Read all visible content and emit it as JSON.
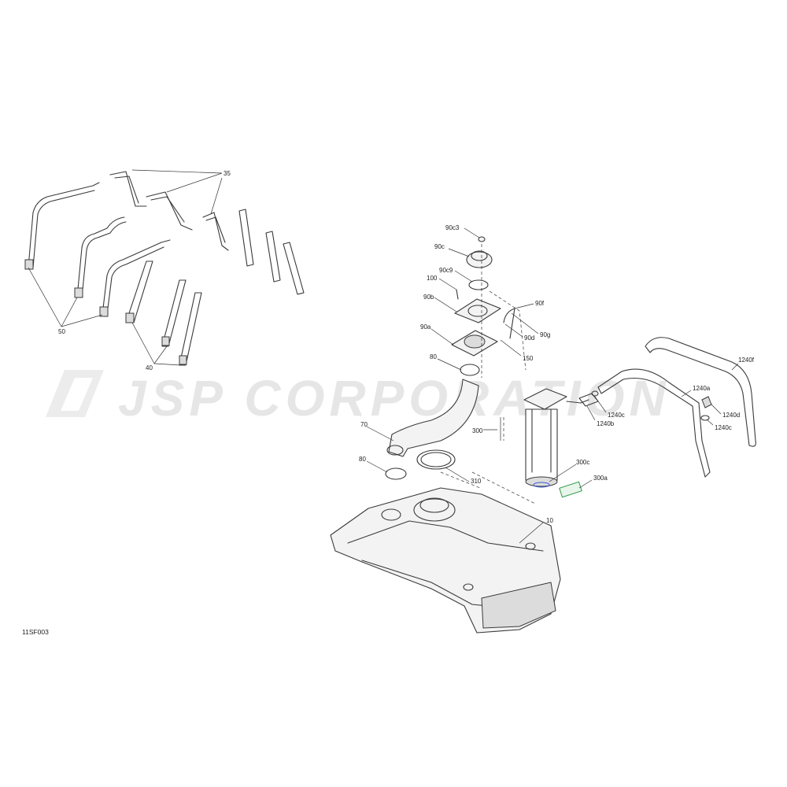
{
  "watermark": {
    "text": "JSP CORPORATION"
  },
  "drawing_code": "11SF003",
  "callouts": {
    "c35": "35",
    "c50": "50",
    "c40": "40",
    "c90c3": "90c3",
    "c90c": "90c",
    "c90c9": "90c9",
    "c100": "100",
    "c90b": "90b",
    "c90f": "90f",
    "c90d": "90d",
    "c90g": "90g",
    "c90a": "90a",
    "c150": "150",
    "c80a": "80",
    "c70": "70",
    "c80b": "80",
    "c310": "310",
    "c300": "300",
    "c300c": "300c",
    "c300a": "300a",
    "c10": "10",
    "c1240f": "1240f",
    "c1240a": "1240a",
    "c1240c_1": "1240c",
    "c1240b": "1240b",
    "c1240d": "1240d",
    "c1240c_2": "1240c"
  },
  "colors": {
    "line": "#3a3a3a",
    "watermark": "#e6e6e6",
    "highlight_blue": "#3b5bd6",
    "highlight_green": "#2e9a4a"
  }
}
